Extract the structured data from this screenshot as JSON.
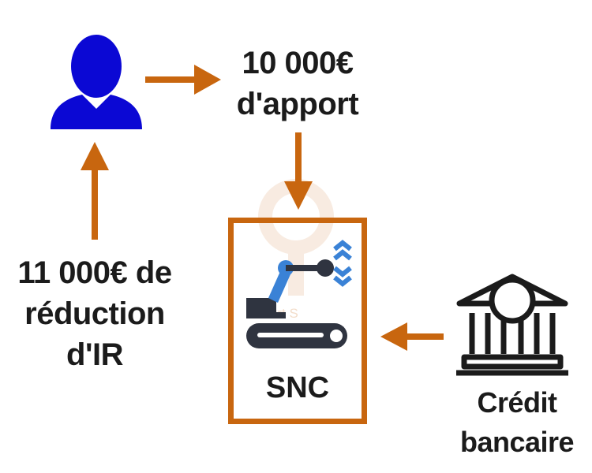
{
  "diagram": {
    "investor": {
      "icon": "person-icon",
      "color": "#0b08d4"
    },
    "contribution": {
      "lines": [
        "10 000€",
        "d'apport"
      ]
    },
    "tax_reduction": {
      "lines": [
        "11 000€ de",
        "réduction",
        "d'IR"
      ]
    },
    "company": {
      "label": "SNC",
      "icon": "industrial-robot-icon",
      "box_color": "#c8660f"
    },
    "bank": {
      "icon": "bank-icon",
      "lines": [
        "Crédit",
        "bancaire"
      ]
    },
    "watermark": {
      "text": "Prt S"
    },
    "colors": {
      "arrow": "#c8660f",
      "text": "#1b1b1b",
      "person": "#0b08d4",
      "robot_arm": "#3a82d6",
      "robot_dark": "#2f3440",
      "bank_stroke": "#1b1b1b"
    }
  }
}
